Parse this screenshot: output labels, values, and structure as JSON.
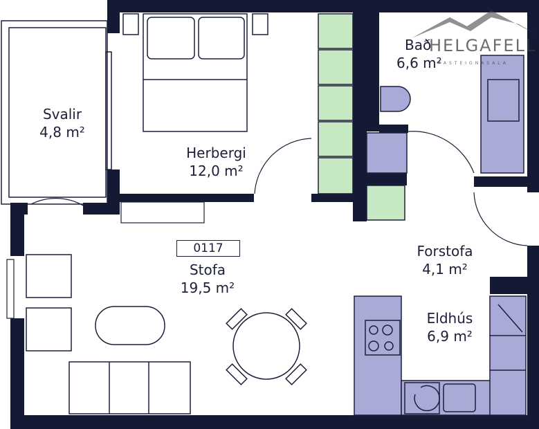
{
  "plan": {
    "unit_number": "0117",
    "rooms": [
      {
        "name": "Svalir",
        "area": "4,8 m²"
      },
      {
        "name": "Herbergi",
        "area": "12,0 m²"
      },
      {
        "name": "Bað",
        "area": "6,6 m²"
      },
      {
        "name": "Stofa",
        "area": "19,5 m²"
      },
      {
        "name": "Forstofa",
        "area": "4,1 m²"
      },
      {
        "name": "Eldhús",
        "area": "6,9 m²"
      }
    ]
  },
  "logo": {
    "name": "HELGAFELL",
    "subtitle": "FASTEIGNASALA"
  },
  "colors": {
    "wall": "#141a33",
    "fixture": "#a9aad8",
    "wardrobe": "#c6e8c2",
    "line": "#1c1f3a"
  }
}
